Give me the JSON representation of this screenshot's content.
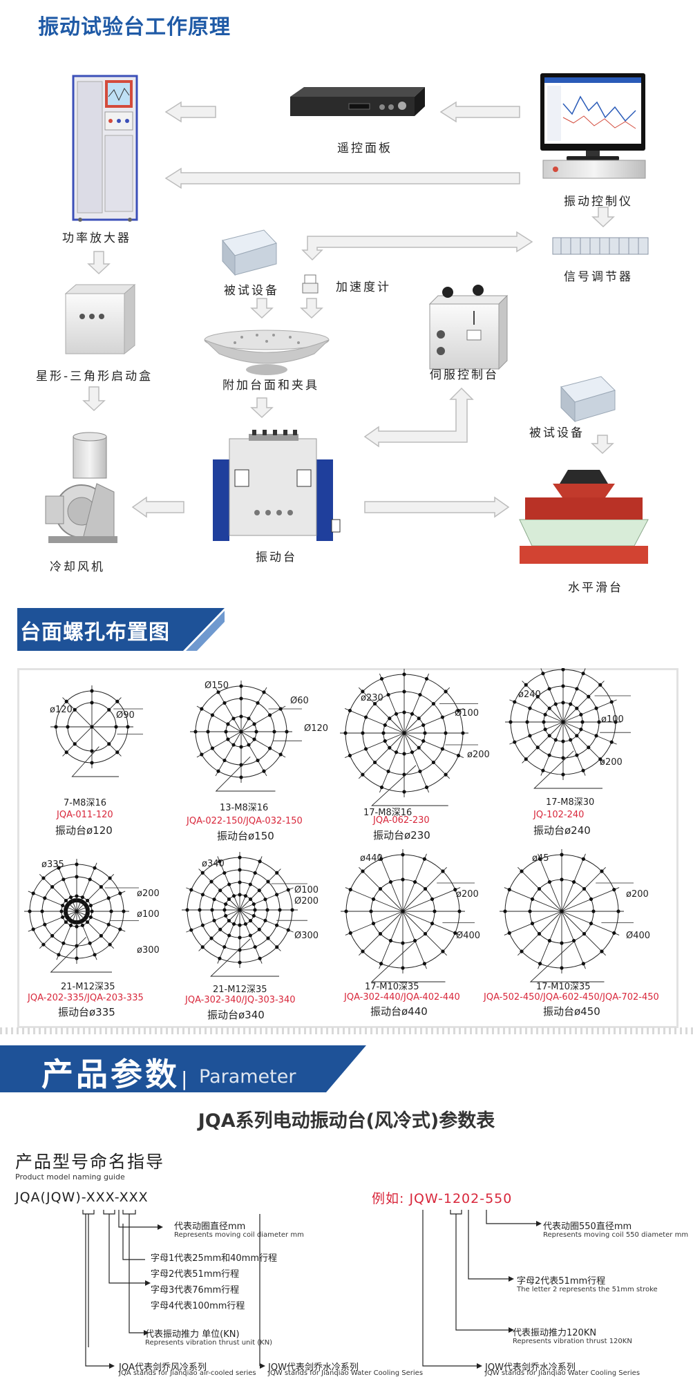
{
  "section1": {
    "title": "振动试验台工作原理",
    "labels": {
      "remote_panel": "遥控面板",
      "power_amp": "功率放大器",
      "controller": "振动控制仪",
      "signal_conditioner": "信号调节器",
      "test_device": "被试设备",
      "accelerometer": "加速度计",
      "star_delta_box": "星形-三角形启动盒",
      "fixture": "附加台面和夹具",
      "servo_console": "伺服控制台",
      "test_device_2": "被试设备",
      "cooling_fan": "冷却风机",
      "shaker": "振动台",
      "slip_table": "水平滑台"
    }
  },
  "section2": {
    "title": "台面螺孔布置图",
    "diagrams": [
      {
        "labels": [
          "ø120",
          "Ø90"
        ],
        "holes": "7-M8深16",
        "model": "JQA-011-120",
        "name": "振动台ø120"
      },
      {
        "labels": [
          "Ø150",
          "Ø60",
          "Ø120"
        ],
        "holes": "13-M8深16",
        "model": "JQA-022-150/JQA-032-150",
        "name": "振动台ø150"
      },
      {
        "labels": [
          "ø230",
          "Ø100",
          "ø200"
        ],
        "holes": "17-M8深16",
        "model": "JQA-062-230",
        "name": "振动台ø230"
      },
      {
        "labels": [
          "ø240",
          "ø100",
          "ø200"
        ],
        "holes": "17-M8深30",
        "model": "JQ-102-240",
        "name": "振动台ø240"
      },
      {
        "labels": [
          "ø335",
          "ø200",
          "ø100",
          "ø300"
        ],
        "holes": "21-M12深35",
        "model": "JQA-202-335/JQA-203-335",
        "name": "振动台ø335"
      },
      {
        "labels": [
          "ø340",
          "Ø100",
          "Ø200",
          "Ø300"
        ],
        "holes": "21-M12深35",
        "model": "JQA-302-340/JQ-303-340",
        "name": "振动台ø340"
      },
      {
        "labels": [
          "ø440",
          "ø200",
          "Ø400"
        ],
        "holes": "17-M10深35",
        "model": "JQA-302-440/JQA-402-440",
        "name": "振动台ø440"
      },
      {
        "labels": [
          "ø45",
          "ø200",
          "Ø400"
        ],
        "holes": "17-M10深35",
        "model": "JQA-502-450/JQA-602-450/JQA-702-450",
        "name": "振动台ø450"
      }
    ]
  },
  "section3": {
    "title_zh": "产品参数",
    "bar": "|",
    "title_en": "Parameter",
    "table_title": "JQA系列电动振动台(风冷式)参数表",
    "guide_zh": "产品型号命名指导",
    "guide_en": "Product model naming guide",
    "model": "JQA(JQW)-XXX-XXX",
    "left_notes": {
      "coil_zh": "代表动圈直径mm",
      "coil_en": "Represents moving coil diameter mm",
      "s1": "字母1代表25mm和40mm行程",
      "s2": "字母2代表51mm行程",
      "s3": "字母3代表76mm行程",
      "s4": "字母4代表100mm行程",
      "thrust_zh": "代表振动推力 单位(KN)",
      "thrust_en": "Represents vibration thrust unit (KN)",
      "jqa_zh": "JQA代表剑乔风冷系列",
      "jqa_en": "JQA stands for Jianqiao air-cooled series",
      "jqw_zh": "JQW代表剑乔水冷系列",
      "jqw_en": "JQW stands for Jianqiao Water Cooling Series"
    },
    "example_prefix": "例如:",
    "example_model": "JQW-1202-550",
    "right_notes": {
      "coil_zh": "代表动圈550直径mm",
      "coil_en": "Represents moving coil 550 diameter mm",
      "stroke_zh": "字母2代表51mm行程",
      "stroke_en": "The letter 2 represents the 51mm stroke",
      "thrust_zh": "代表振动推力120KN",
      "thrust_en": "Represents vibration thrust 120KN",
      "jqw_zh": "JQW代表剑乔水冷系列",
      "jqw_en": "JQW stands for Jianqiao Water Cooling Series"
    }
  },
  "colors": {
    "brand_blue": "#1f5aa6",
    "banner_blue": "#1e5298",
    "red": "#d8263a"
  }
}
